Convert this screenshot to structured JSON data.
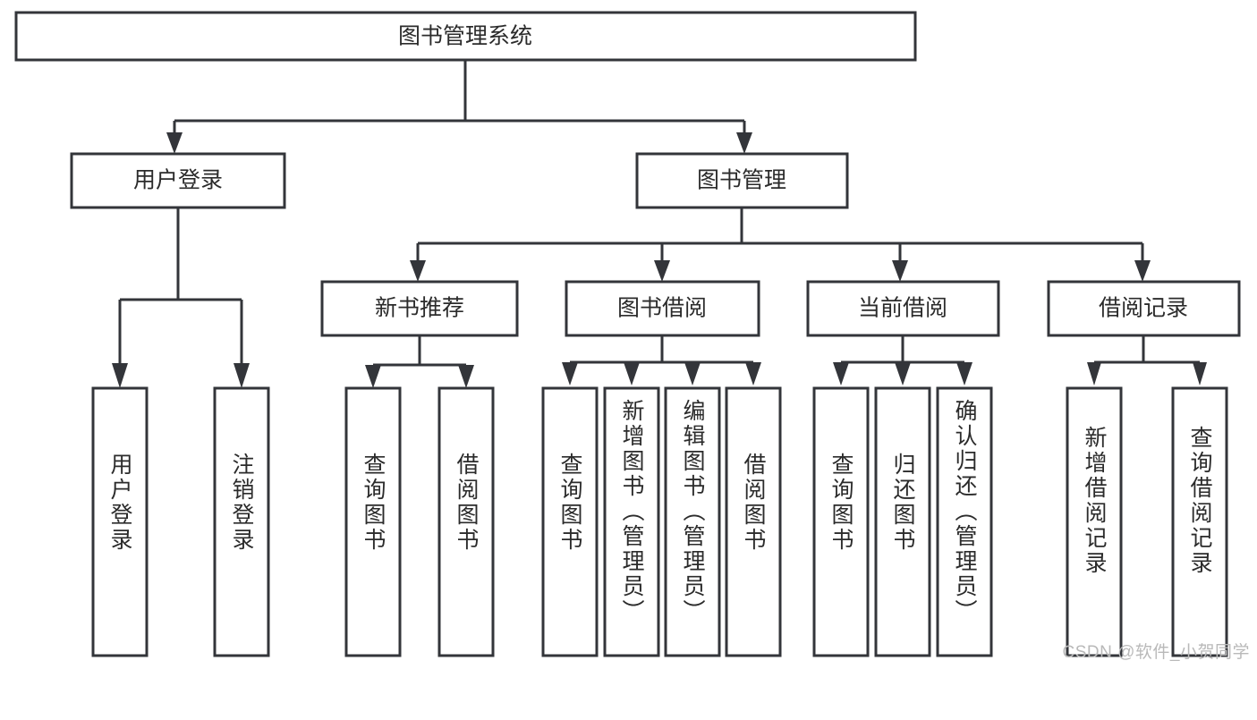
{
  "diagram": {
    "title": "图书管理系统",
    "type": "hierarchy-tree",
    "watermark": "CSDN @软件_小贺同学",
    "colors": {
      "stroke": "#33353a",
      "fill": "#ffffff",
      "text": "#2b2b2b",
      "watermark": "#b9b9b9",
      "background": "#ffffff"
    },
    "root": {
      "label": "图书管理系统"
    },
    "level1": [
      {
        "label": "用户登录"
      },
      {
        "label": "图书管理"
      }
    ],
    "level2": [
      {
        "label": "新书推荐"
      },
      {
        "label": "图书借阅"
      },
      {
        "label": "当前借阅"
      },
      {
        "label": "借阅记录"
      }
    ],
    "leaves": {
      "user_login": [
        {
          "label": "用户登录"
        },
        {
          "label": "注销登录"
        }
      ],
      "new_book_recommend": [
        {
          "label": "查询图书"
        },
        {
          "label": "借阅图书"
        }
      ],
      "book_borrow": [
        {
          "label": "查询图书"
        },
        {
          "label": "新增图书（管理员）"
        },
        {
          "label": "编辑图书（管理员）"
        },
        {
          "label": "借阅图书"
        }
      ],
      "current_borrow": [
        {
          "label": "查询图书"
        },
        {
          "label": "归还图书"
        },
        {
          "label": "确认归还（管理员）"
        }
      ],
      "borrow_record": [
        {
          "label": "新增借阅记录"
        },
        {
          "label": "查询借阅记录"
        }
      ]
    }
  }
}
